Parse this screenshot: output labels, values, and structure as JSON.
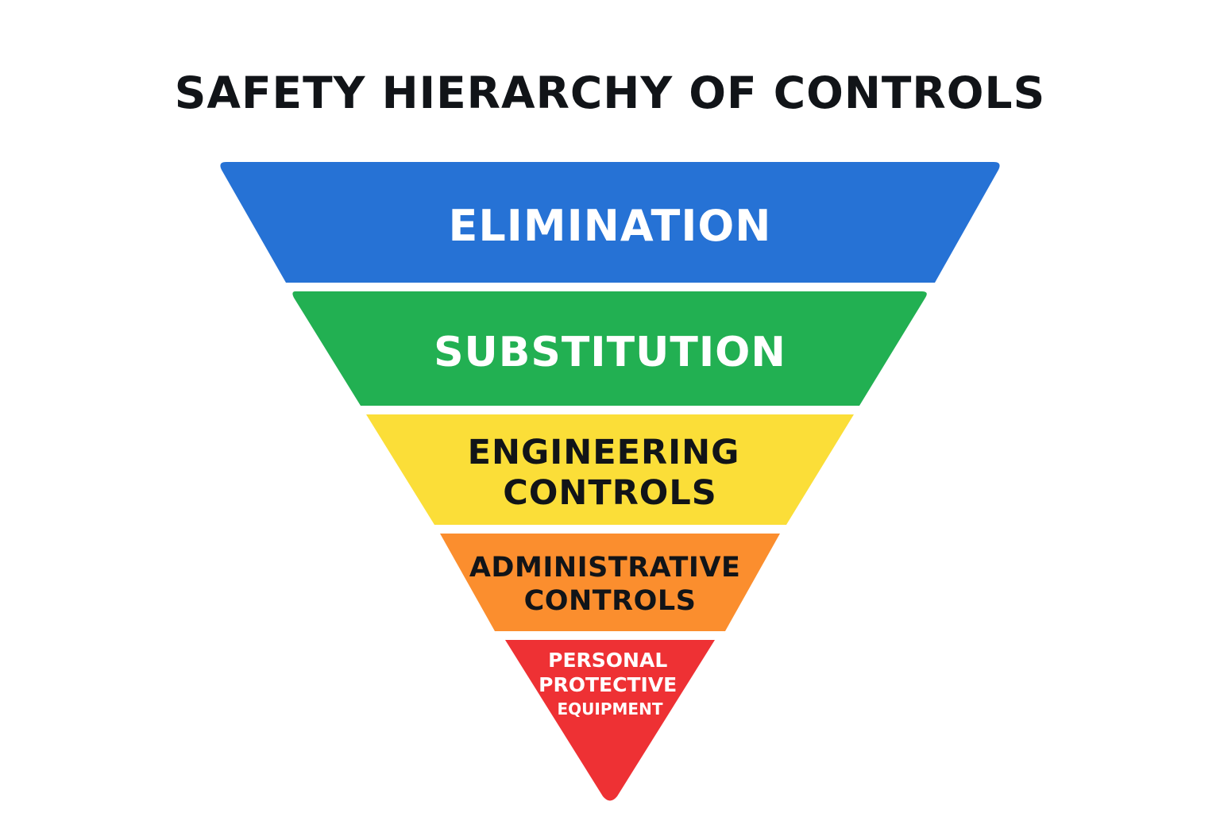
{
  "title": "SAFETY HIERARCHY OF CONTROLS",
  "levels": [
    {
      "lines": [
        "ELIMINATION"
      ],
      "color": "#2672d5",
      "text_color": "#ffffff"
    },
    {
      "lines": [
        "SUBSTITUTION"
      ],
      "color": "#22b052",
      "text_color": "#ffffff"
    },
    {
      "lines": [
        "ENGINEERING",
        "CONTROLS"
      ],
      "color": "#fbde38",
      "text_color": "#111418"
    },
    {
      "lines": [
        "ADMINISTRATIVE",
        "CONTROLS"
      ],
      "color": "#fb8e2e",
      "text_color": "#111418"
    },
    {
      "lines": [
        "PERSONAL",
        "PROTECTIVE",
        "EQUIPMENT"
      ],
      "color": "#ee3134",
      "text_color": "#ffffff"
    }
  ]
}
